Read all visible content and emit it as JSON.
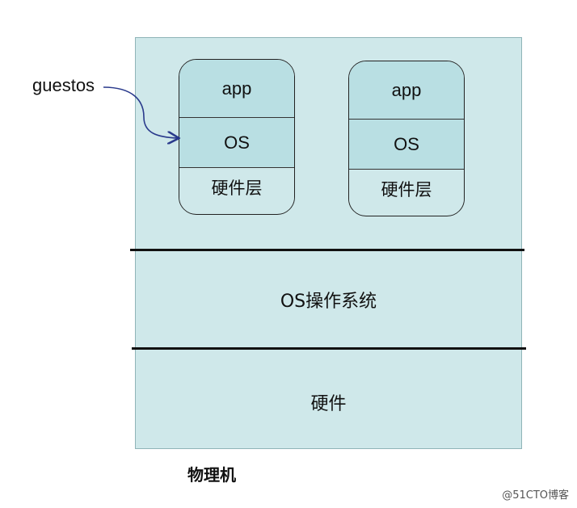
{
  "guest_label": "guestos",
  "guests": [
    {
      "app": "app",
      "os": "OS",
      "hardware": "硬件层"
    },
    {
      "app": "app",
      "os": "OS",
      "hardware": "硬件层"
    }
  ],
  "host_os": "OS操作系统",
  "hardware": "硬件",
  "caption": "物理机",
  "watermark": "@51CTO博客",
  "colors": {
    "fill": "#cfe8ea",
    "layer": "#b9dfe3",
    "arrow": "#2a3a8c"
  }
}
